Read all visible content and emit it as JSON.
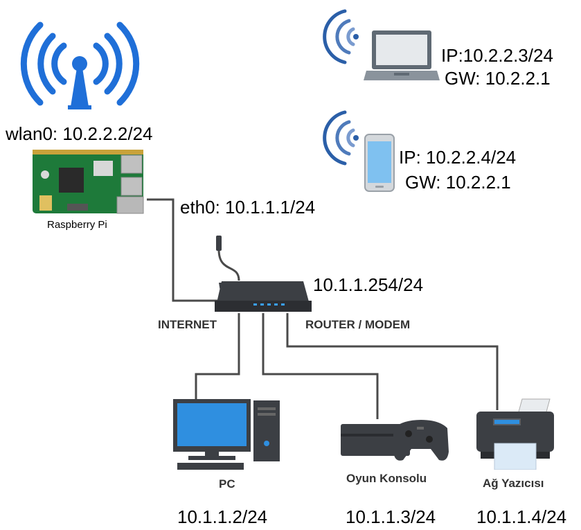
{
  "wifi_ap": {
    "icon": "wifi-antenna-icon",
    "label": "wlan0: 10.2.2.2/24"
  },
  "raspberry_pi": {
    "name": "Raspberry Pi",
    "eth_label": "eth0: 10.1.1.1/24"
  },
  "router": {
    "ip": "10.1.1.254/24",
    "title": "ROUTER / MODEM",
    "internet_label": "INTERNET"
  },
  "laptop": {
    "ip": "IP:10.2.2.3/24",
    "gw": "GW: 10.2.2.1"
  },
  "phone": {
    "ip": "IP: 10.2.2.4/24",
    "gw": "GW: 10.2.2.1"
  },
  "devices": [
    {
      "name": "PC",
      "ip": "10.1.1.2/24"
    },
    {
      "name": "Oyun Konsolu",
      "ip": "10.1.1.3/24"
    },
    {
      "name": "Ağ Yazıcısı",
      "ip": "10.1.1.4/24"
    }
  ],
  "colors": {
    "wifi_blue": "#1f6fd8",
    "wifi_small": "#2b5fa8",
    "cable": "#4a4a4a",
    "router_body": "#3c3f44",
    "pc_screen": "#2f8fe0",
    "phone_screen": "#7fc1f0",
    "pcb_green": "#1e7a3a"
  }
}
